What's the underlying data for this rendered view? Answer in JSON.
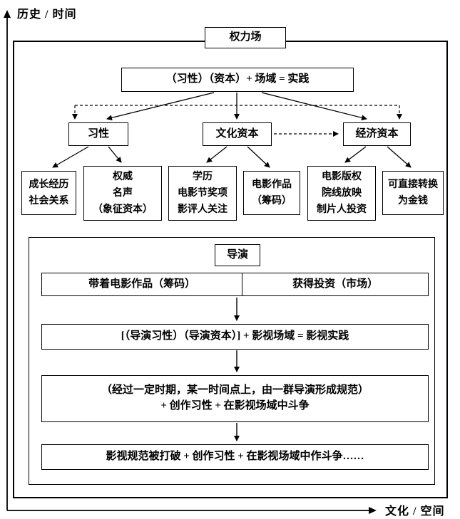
{
  "axes": {
    "y_label": "历史 / 时间",
    "x_label": "文化 / 空间"
  },
  "power_field": {
    "label": "权力场"
  },
  "formula_top": {
    "text": "（习性）（资本）+ 场域 = 实践"
  },
  "capitals": {
    "habitus": "习性",
    "cultural": "文化资本",
    "economic": "经济资本"
  },
  "leaves": {
    "growth": {
      "line1": "成长经历",
      "line2": "社会关系"
    },
    "authority": {
      "line1": "权威",
      "line2": "名声",
      "line3": "（象征资本）"
    },
    "education": {
      "line1": "学历",
      "line2": "电影节奖项",
      "line3": "影评人关注"
    },
    "works": {
      "line1": "电影作品",
      "line2": "（筹码）"
    },
    "copyright": {
      "line1": "电影版权",
      "line2": "院线放映",
      "line3": "制片人投资"
    },
    "money": {
      "line1": "可直接转换",
      "line2": "为金钱"
    }
  },
  "director_field": {
    "title": "导演",
    "left_cell": "带着电影作品（筹码）",
    "right_cell": "获得投资（市场）",
    "formula": "[（导演习性）（导演资本）] + 影视场域 = 影视实践",
    "norm_line1": "（经过一定时期，某一时间点上，由一群导演形成规范）",
    "norm_line2": "+ 创作习性 + 在影视场域中斗争",
    "break_text": "影视规范被打破 + 创作习性 + 在影视场域中作斗争……"
  }
}
